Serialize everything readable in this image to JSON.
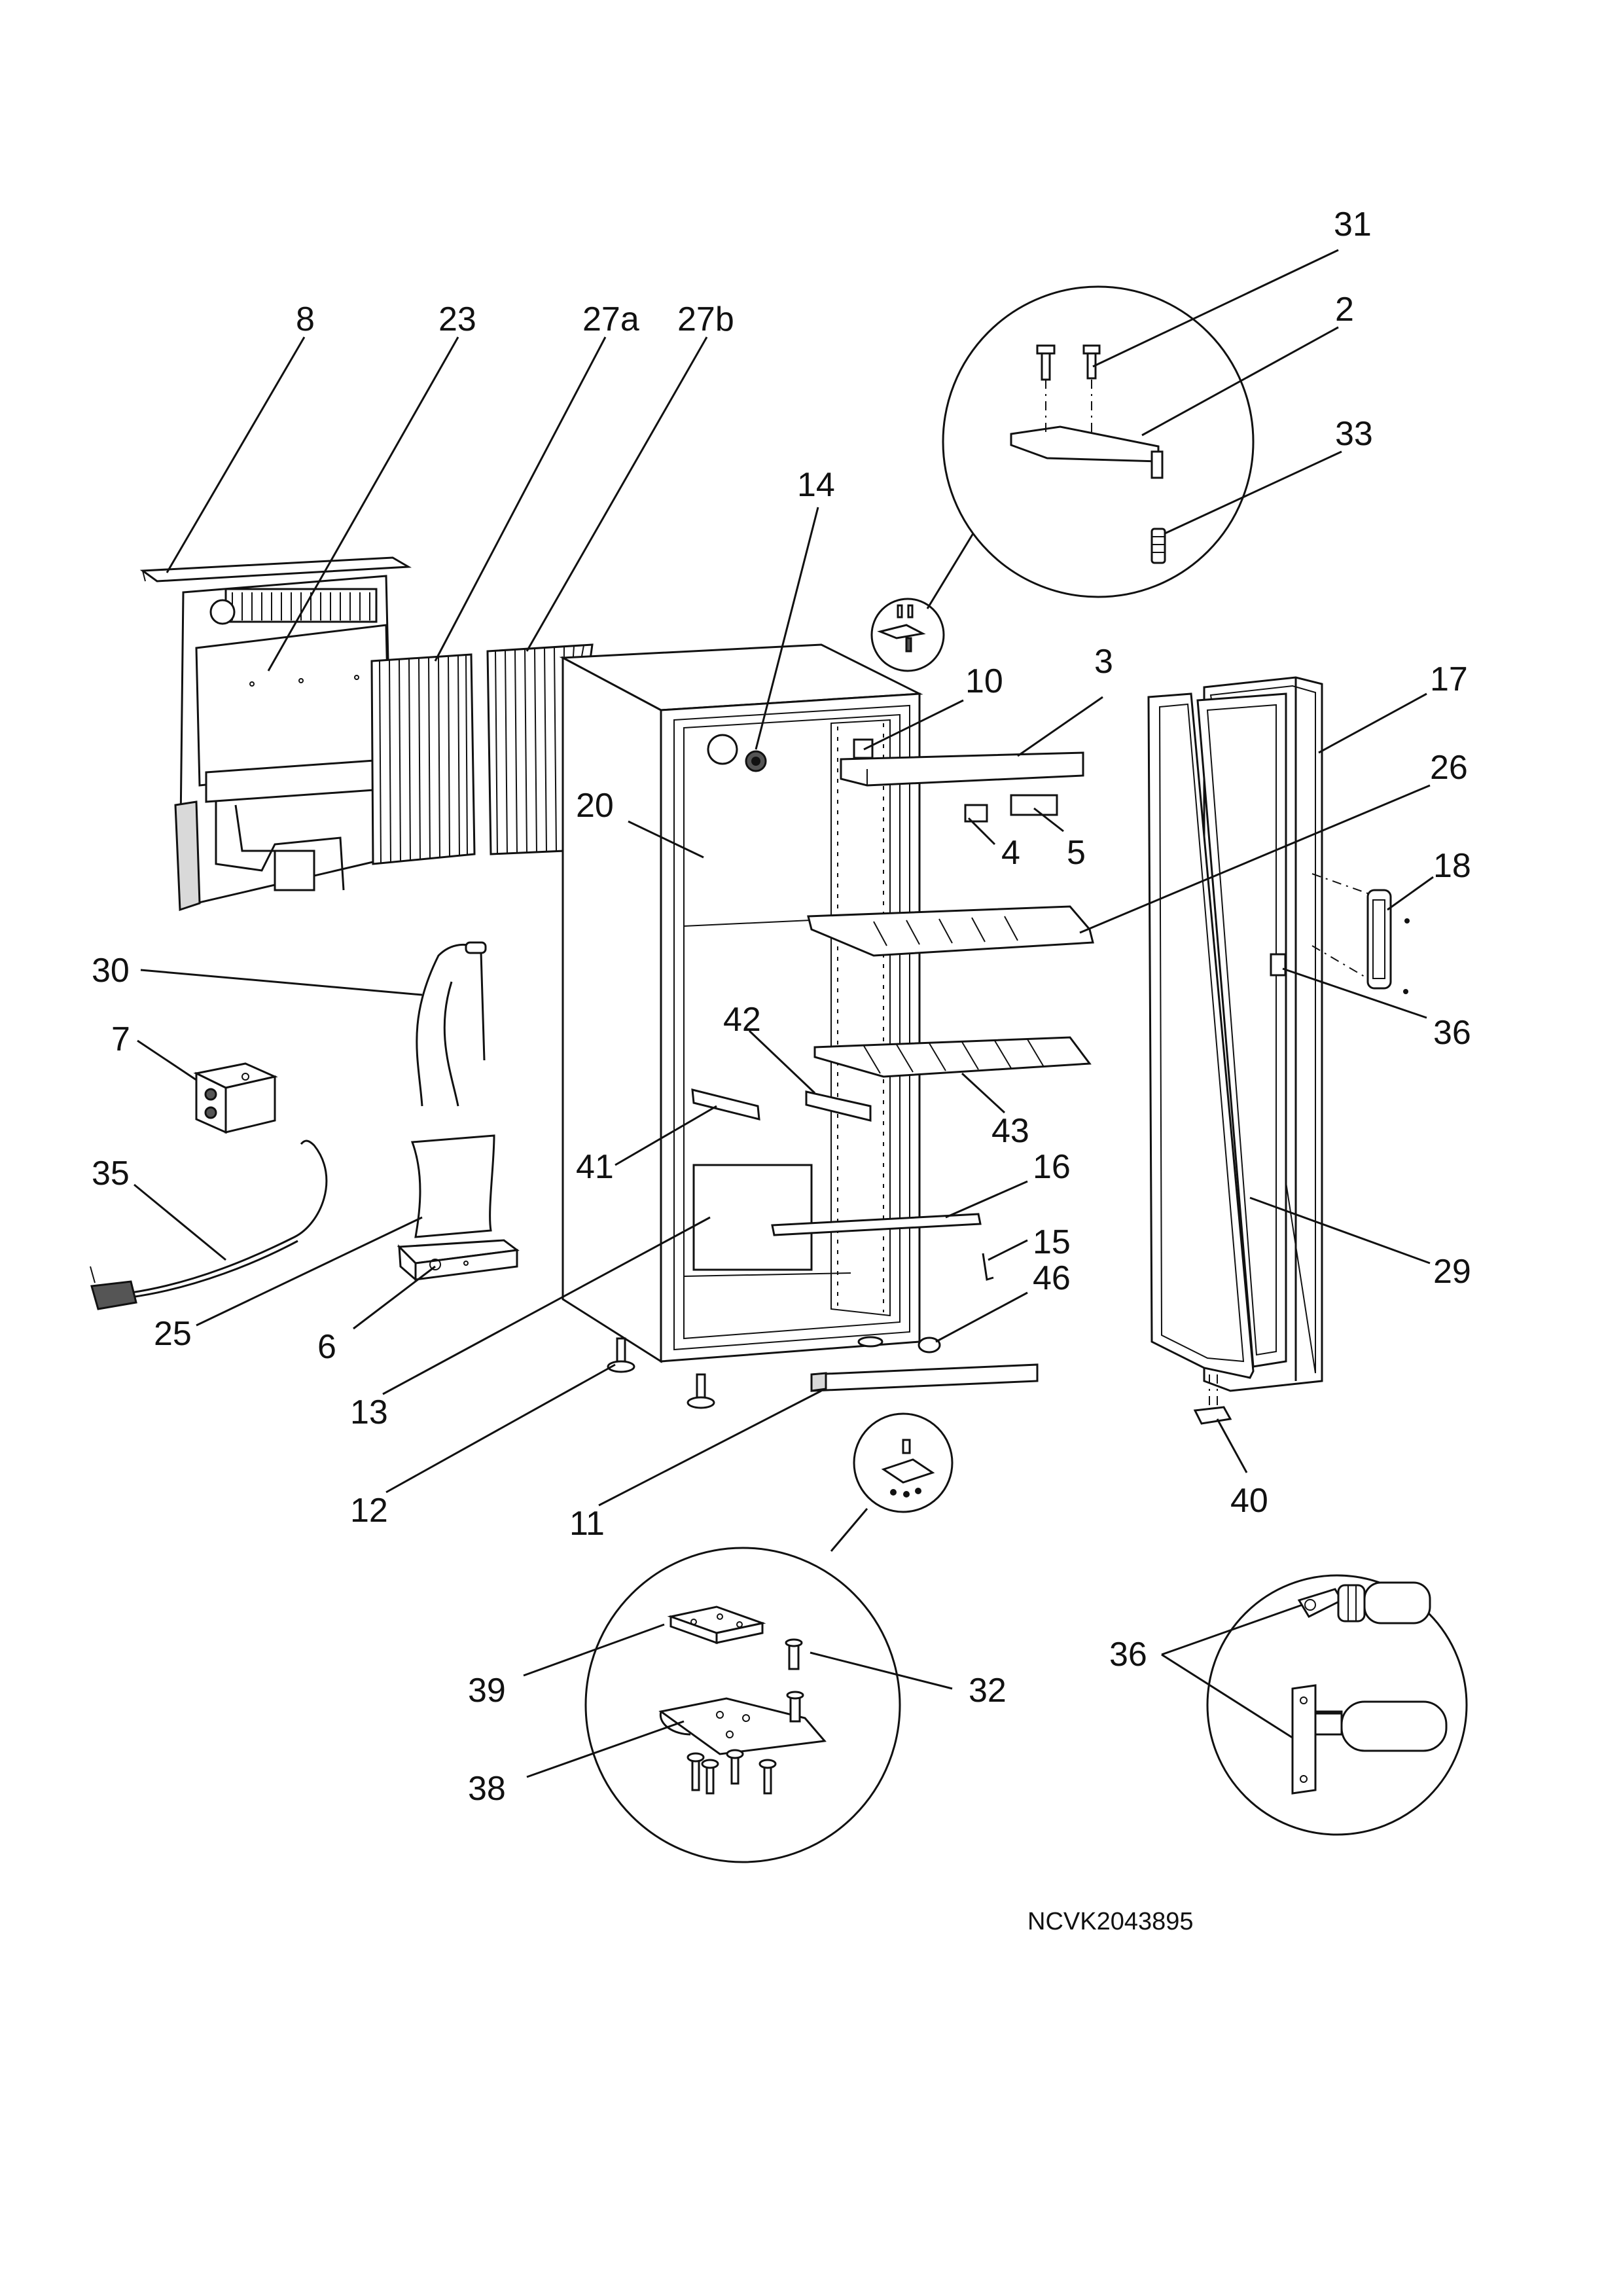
{
  "diagram": {
    "type": "exploded-parts-diagram",
    "drawing_code": "NCVK2043895",
    "callouts": [
      "2",
      "3",
      "4",
      "5",
      "6",
      "7",
      "8",
      "10",
      "11",
      "12",
      "13",
      "14",
      "15",
      "16",
      "17",
      "18",
      "20",
      "23",
      "25",
      "26",
      "27a",
      "27b",
      "29",
      "30",
      "31",
      "32",
      "33",
      "35",
      "36",
      "36",
      "36",
      "38",
      "39",
      "40",
      "41",
      "42",
      "43",
      "46"
    ]
  }
}
